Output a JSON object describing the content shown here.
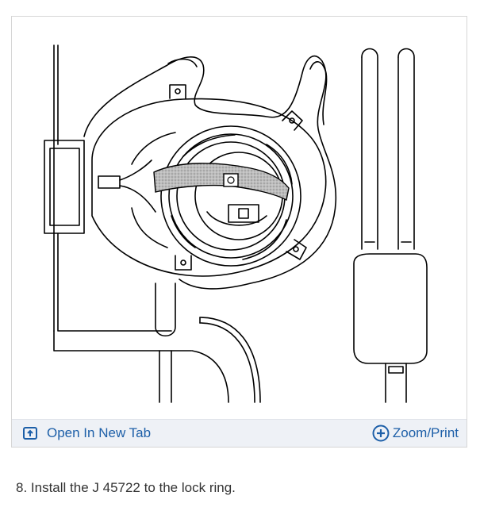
{
  "figure": {
    "icons": [
      "open-in-new-tab-icon",
      "zoom-plus-icon"
    ],
    "open_new_tab_label": "Open In New Tab",
    "zoom_print_label": "Zoom/Print",
    "link_color": "#1d5fa8",
    "toolbar_bg": "#eef1f6"
  },
  "instruction": {
    "text": "8. Install the J 45722 to the lock ring."
  }
}
